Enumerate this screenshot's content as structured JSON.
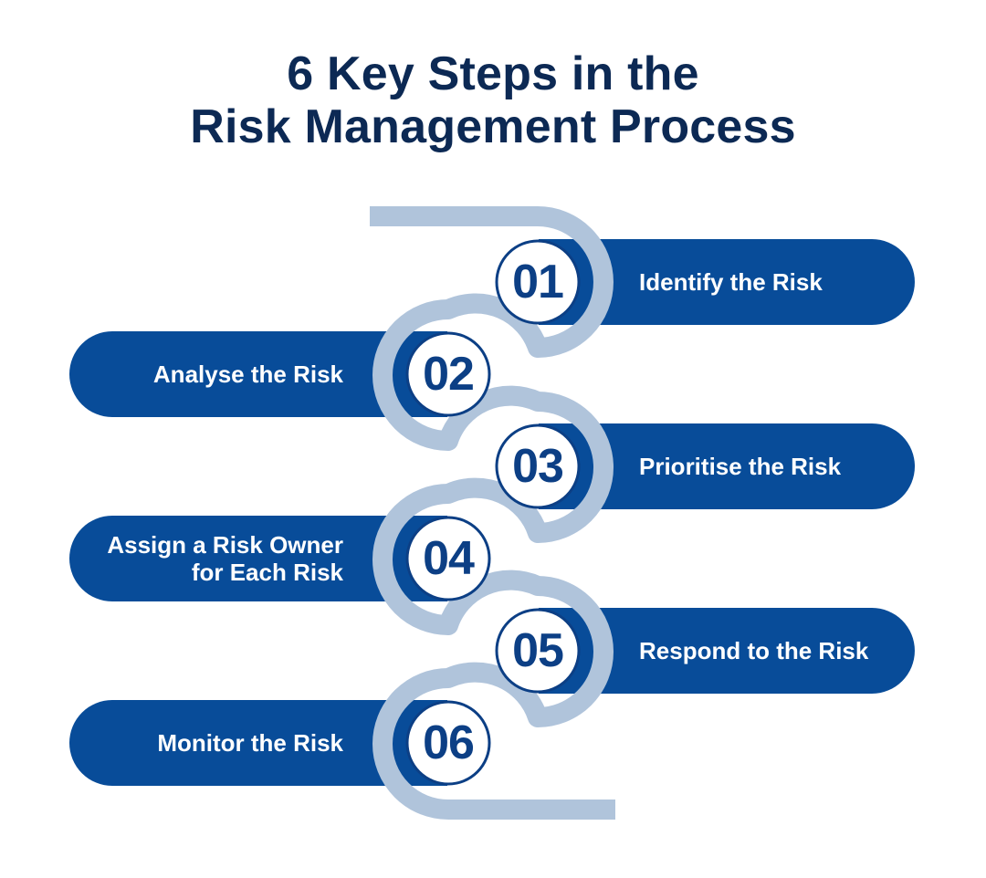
{
  "title": {
    "line1": "6 Key Steps in the",
    "line2": "Risk Management Process"
  },
  "colors": {
    "title": "#0c2954",
    "pill": "#084c99",
    "connector": "#b0c4db",
    "number": "#0c3f85",
    "circle_fill": "#ffffff"
  },
  "steps": [
    {
      "number": "01",
      "label": "Identify the Risk"
    },
    {
      "number": "02",
      "label": "Analyse the Risk"
    },
    {
      "number": "03",
      "label": "Prioritise the Risk"
    },
    {
      "number": "04",
      "label": "Assign a Risk Owner\nfor Each Risk"
    },
    {
      "number": "05",
      "label": "Respond to the Risk"
    },
    {
      "number": "06",
      "label": "Monitor the Risk"
    }
  ]
}
